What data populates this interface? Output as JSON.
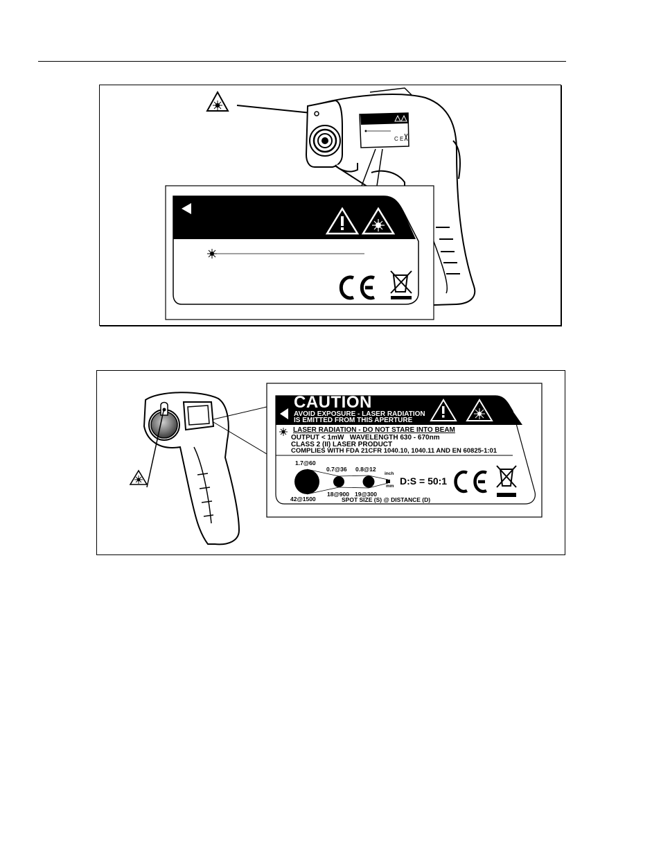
{
  "figure_top": {
    "label_icons": [
      "laser-warning-icon",
      "warning-triangle-icon",
      "ce-mark-icon",
      "weee-crossed-bin-icon"
    ]
  },
  "figure_bottom": {
    "label": {
      "title": "CAUTION",
      "line1": "AVOID EXPOSURE - LASER RADIATION",
      "line2": "IS EMITTED FROM THIS APERTURE",
      "laser_line": "LASER RADIATION - DO NOT STARE INTO BEAM",
      "output_line": "OUTPUT < 1mW   WAVELENGTH 630 - 670nm",
      "class_line": "CLASS 2 (II) LASER PRODUCT",
      "complies_line": "COMPLIES WITH FDA 21CFR 1040.10, 1040.11 AND EN 60825-1:01",
      "spot_1": "1.7@60",
      "spot_2": "0.7@36",
      "spot_3": "0.8@12",
      "spot_4": "42@1500",
      "spot_5": "18@900",
      "spot_6": "19@300",
      "unit_inch": "inch",
      "unit_mm": "mm",
      "ds_ratio": "D:S = 50:1",
      "spot_caption": "SPOT SIZE (S) @ DISTANCE (D)"
    }
  }
}
